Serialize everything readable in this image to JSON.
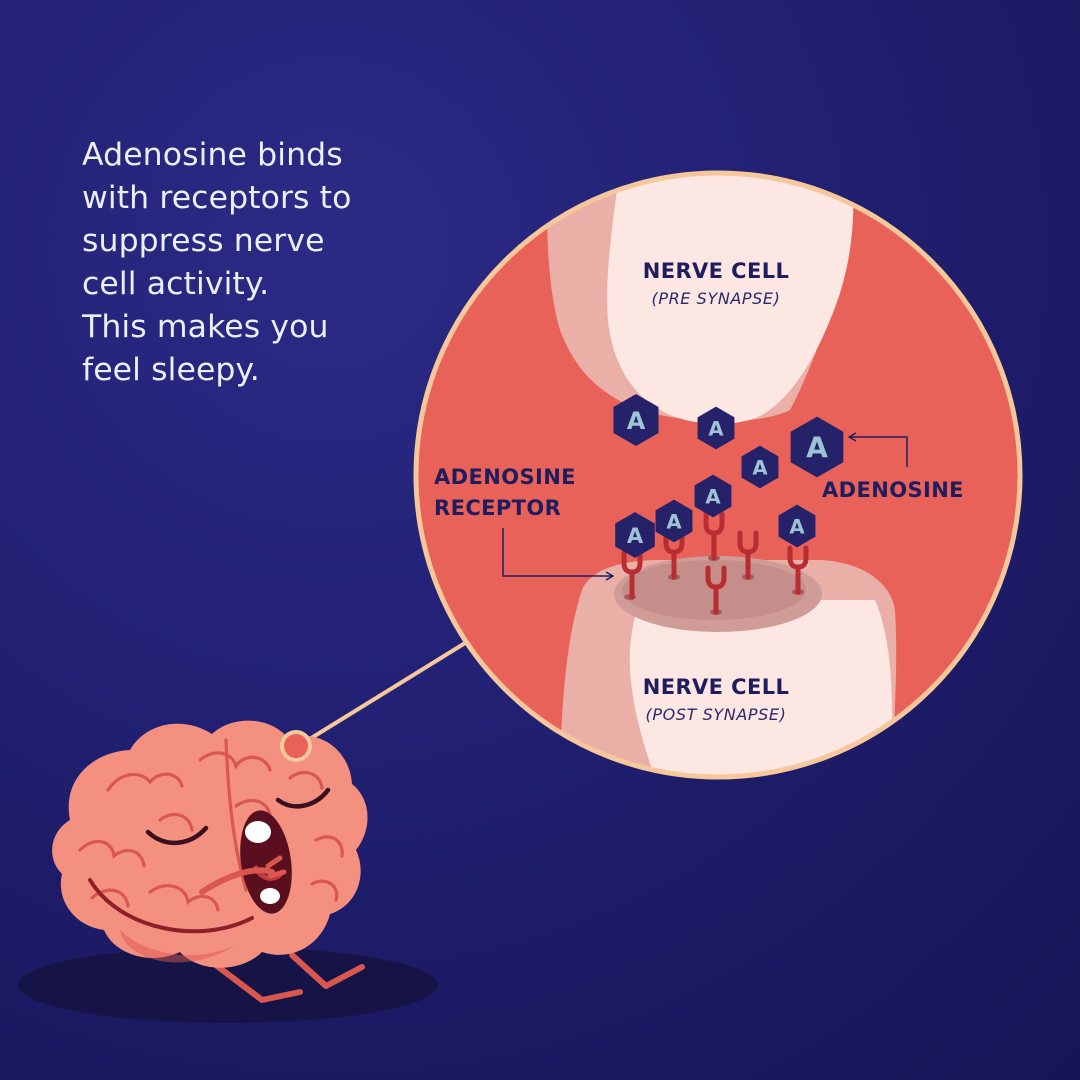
{
  "caption": {
    "line1": "Adenosine binds",
    "line2": "with receptors to",
    "line3": "suppress nerve",
    "line4": "cell activity.",
    "line5": "This makes you",
    "line6": "feel sleepy."
  },
  "labels": {
    "pre_cell_title": "NERVE CELL",
    "pre_cell_sub": "(PRE SYNAPSE)",
    "post_cell_title": "NERVE CELL",
    "post_cell_sub": "(POST SYNAPSE)",
    "receptor_line1": "ADENOSINE",
    "receptor_line2": "RECEPTOR",
    "adenosine": "ADENOSINE"
  },
  "molecule_glyph": "A",
  "colors": {
    "background": "#1c1a63",
    "circle_fill": "#e8625a",
    "circle_border": "#f6c79a",
    "cell_fill": "#fde7e2",
    "molecule_fill": "#25226a",
    "molecule_letter": "#9fc3d6",
    "receptor": "#b92d32",
    "brain": "#f4907f",
    "text_light": "#eceef8",
    "text_dark": "#1f1d5e"
  },
  "icons": [
    "sleepy-brain-icon",
    "adenosine-molecule-icon",
    "receptor-icon",
    "arrow-icon"
  ]
}
